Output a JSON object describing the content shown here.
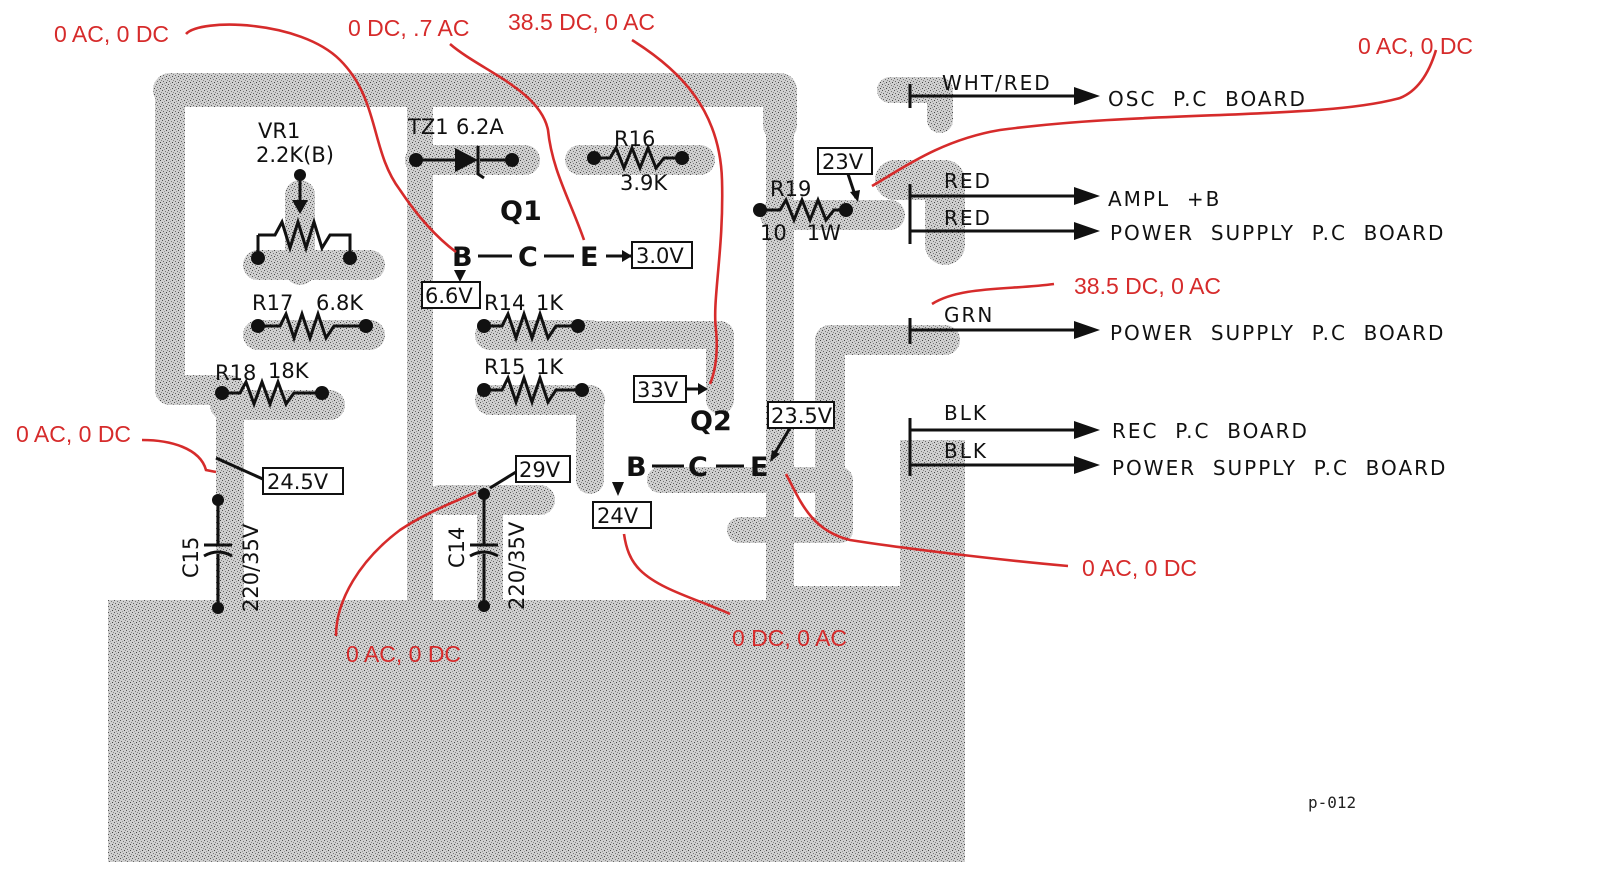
{
  "components": {
    "vr1_ref": "VR1",
    "vr1_value": "2.2K(B)",
    "tz1_ref": "TZ1",
    "tz1_value": "6.2A",
    "r16_ref": "R16",
    "r16_value": "3.9K",
    "r17_ref": "R17",
    "r17_value": "6.8K",
    "r18_ref": "R18",
    "r18_value": "18K",
    "r14_ref": "R14",
    "r14_value": "1K",
    "r15_ref": "R15",
    "r15_value": "1K",
    "r19_ref": "R19",
    "r19_value": "10   1W",
    "c15_ref": "C15",
    "c15_value": "220/35V",
    "c14_ref": "C14",
    "c14_value": "220/35V",
    "q1_ref": "Q1",
    "q2_ref": "Q2",
    "pin_b": "B",
    "pin_c": "C",
    "pin_e": "E"
  },
  "voltages": {
    "q1_base": "6.6V",
    "q1_emitter": "3.0V",
    "q2_collector_node": "33V",
    "q2_emitter": "23.5V",
    "q2_base": "24V",
    "c14_node": "29V",
    "c15_node": "24.5V",
    "r19_node": "23V"
  },
  "connectors": [
    {
      "wire": "WHT/RED",
      "dest": "OSC  P.C  BOARD"
    },
    {
      "wire": "RED",
      "dest": "AMPL  +B"
    },
    {
      "wire": "RED",
      "dest": "POWER  SUPPLY  P.C  BOARD"
    },
    {
      "wire": "GRN",
      "dest": "POWER  SUPPLY  P.C  BOARD"
    },
    {
      "wire": "BLK",
      "dest": "REC  P.C  BOARD"
    },
    {
      "wire": "BLK",
      "dest": "POWER  SUPPLY  P.C  BOARD"
    }
  ],
  "annotations": [
    "0 AC, 0 DC",
    "0 DC, .7 AC",
    "38.5 DC, 0 AC",
    "0 AC, 0 DC",
    "38.5 DC, 0 AC",
    "0 AC, 0 DC",
    "0 AC, 0 DC",
    "0 AC, 0 DC",
    "0 DC, 0 AC"
  ],
  "page_id": "p-012",
  "colors": {
    "annotation": "#d62b2b",
    "ink": "#111111"
  }
}
